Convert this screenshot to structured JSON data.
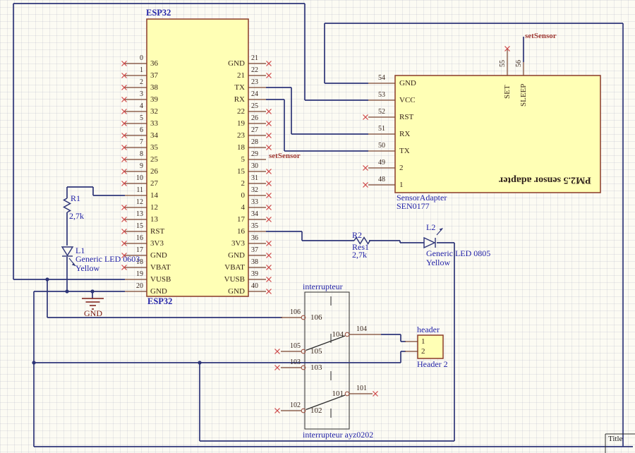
{
  "esp32": {
    "designator": "ESP32",
    "left_pins": [
      {
        "des": "0",
        "name": "36",
        "nc": true
      },
      {
        "des": "1",
        "name": "37",
        "nc": true
      },
      {
        "des": "2",
        "name": "38",
        "nc": true
      },
      {
        "des": "3",
        "name": "39",
        "nc": true
      },
      {
        "des": "4",
        "name": "32",
        "nc": true
      },
      {
        "des": "5",
        "name": "33",
        "nc": true
      },
      {
        "des": "6",
        "name": "34",
        "nc": true
      },
      {
        "des": "7",
        "name": "35",
        "nc": true
      },
      {
        "des": "8",
        "name": "25",
        "nc": true
      },
      {
        "des": "9",
        "name": "26",
        "nc": true
      },
      {
        "des": "10",
        "name": "27",
        "nc": true
      },
      {
        "des": "11",
        "name": "14",
        "nc": false
      },
      {
        "des": "12",
        "name": "12",
        "nc": true
      },
      {
        "des": "13",
        "name": "13",
        "nc": true
      },
      {
        "des": "15",
        "name": "RST",
        "nc": true
      },
      {
        "des": "16",
        "name": "3V3",
        "nc": true
      },
      {
        "des": "17",
        "name": "GND",
        "nc": true
      },
      {
        "des": "18",
        "name": "VBAT",
        "nc": true
      },
      {
        "des": "19",
        "name": "VUSB",
        "nc": false
      },
      {
        "des": "20",
        "name": "GND",
        "nc": false
      }
    ],
    "right_pins": [
      {
        "des": "21",
        "name": "GND",
        "nc": true
      },
      {
        "des": "22",
        "name": "21",
        "nc": true
      },
      {
        "des": "23",
        "name": "TX",
        "nc": false
      },
      {
        "des": "24",
        "name": "RX",
        "nc": false
      },
      {
        "des": "25",
        "name": "22",
        "nc": true
      },
      {
        "des": "26",
        "name": "19",
        "nc": true
      },
      {
        "des": "27",
        "name": "23",
        "nc": true
      },
      {
        "des": "28",
        "name": "18",
        "nc": true
      },
      {
        "des": "29",
        "name": "5",
        "nc": false
      },
      {
        "des": "30",
        "name": "15",
        "nc": true
      },
      {
        "des": "31",
        "name": "2",
        "nc": true
      },
      {
        "des": "32",
        "name": "0",
        "nc": true
      },
      {
        "des": "33",
        "name": "4",
        "nc": true
      },
      {
        "des": "34",
        "name": "17",
        "nc": true
      },
      {
        "des": "35",
        "name": "16",
        "nc": false
      },
      {
        "des": "36",
        "name": "3V3",
        "nc": true
      },
      {
        "des": "37",
        "name": "GND",
        "nc": true
      },
      {
        "des": "38",
        "name": "VBAT",
        "nc": true
      },
      {
        "des": "39",
        "name": "VUSB",
        "nc": true
      },
      {
        "des": "40",
        "name": "GND",
        "nc": true
      }
    ]
  },
  "sensor": {
    "designator": "SensorAdapter",
    "comment": "SEN0177",
    "body_text": "PM2.5 sensor adapter",
    "left_pins": [
      {
        "des": "54",
        "name": "GND",
        "nc": false
      },
      {
        "des": "53",
        "name": "VCC",
        "nc": false
      },
      {
        "des": "52",
        "name": "RST",
        "nc": true
      },
      {
        "des": "51",
        "name": "RX",
        "nc": false
      },
      {
        "des": "50",
        "name": "TX",
        "nc": false
      },
      {
        "des": "49",
        "name": "2",
        "nc": true
      },
      {
        "des": "48",
        "name": "1",
        "nc": true
      }
    ],
    "top_pins": [
      {
        "des": "55",
        "name": "SET",
        "nc": true
      },
      {
        "des": "56",
        "name": "SLEEP",
        "nc": false
      }
    ]
  },
  "resistors": [
    {
      "des": "R1",
      "value": "2,7k"
    },
    {
      "des": "R2",
      "comment": "Res1",
      "value": "2,7k"
    }
  ],
  "leds": [
    {
      "des": "L1",
      "comment": "Generic LED 0603",
      "color_note": "Yellow"
    },
    {
      "des": "L2",
      "comment": "Generic LED 0805",
      "color_note": "Yellow"
    }
  ],
  "switch": {
    "label": "interrupteur",
    "comment": "interrupteur ayz0202",
    "left_pins": [
      {
        "des": "106",
        "name": "106",
        "nc": false
      },
      {
        "des": "105",
        "name": "105",
        "nc": true
      },
      {
        "des": "103",
        "name": "103",
        "nc": true
      },
      {
        "des": "102",
        "name": "102",
        "nc": true
      }
    ],
    "right_pins": [
      {
        "des": "104",
        "name": "104",
        "nc": false
      },
      {
        "des": "101",
        "name": "101",
        "nc": true
      }
    ]
  },
  "header": {
    "label": "header",
    "comment": "Header 2",
    "pins": [
      "1",
      "2"
    ]
  },
  "power": {
    "gnd_label": "GND"
  },
  "net_labels": [
    "setSensor",
    "setSensor"
  ],
  "title_block": {
    "title": "Title"
  }
}
